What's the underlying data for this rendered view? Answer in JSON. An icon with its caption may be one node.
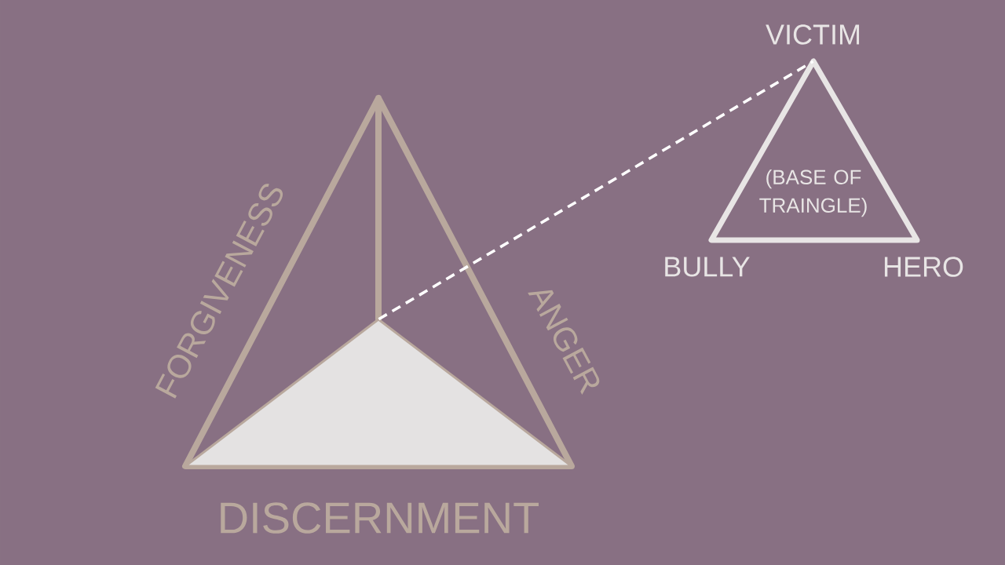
{
  "diagram": {
    "nodes": [
      {
        "text": [],
        "shape": "triangle"
      },
      {
        "text": [
          "(BASE OF TRAINGLE)"
        ],
        "beside": [
          "VICTIM",
          "BULLY",
          "HERO"
        ]
      }
    ],
    "edges": [
      {
        "from": 0,
        "to": 1,
        "arrow": "none",
        "style": "dashed"
      }
    ],
    "labels": [
      "FORGIVENESS",
      "ANGER",
      "DISCERNMENT"
    ]
  }
}
